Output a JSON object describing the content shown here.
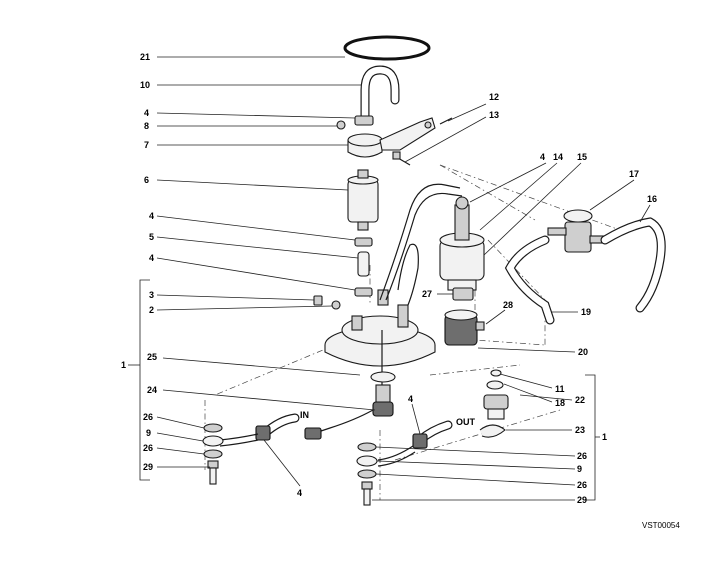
{
  "diagram": {
    "reference_code": "VST00054",
    "labels": {
      "p21": "21",
      "p10": "10",
      "p4a": "4",
      "p8": "8",
      "p7": "7",
      "p6": "6",
      "p4b": "4",
      "p5": "5",
      "p4c": "4",
      "p3": "3",
      "p2": "2",
      "p25": "25",
      "p24": "24",
      "p26a": "26",
      "p9a": "9",
      "p26b": "26",
      "p29a": "29",
      "p4d": "4",
      "p12": "12",
      "p13": "13",
      "p4e": "4",
      "p14": "14",
      "p15": "15",
      "p17": "17",
      "p16": "16",
      "p27": "27",
      "p28": "28",
      "p19": "19",
      "p20": "20",
      "p11": "11",
      "p18": "18",
      "p22": "22",
      "p23": "23",
      "p4f": "4",
      "p26c": "26",
      "p9b": "9",
      "p26d": "26",
      "p29b": "29",
      "group_left": "1",
      "group_right": "1"
    },
    "flow_labels": {
      "inlet": "IN",
      "outlet": "OUT"
    }
  }
}
